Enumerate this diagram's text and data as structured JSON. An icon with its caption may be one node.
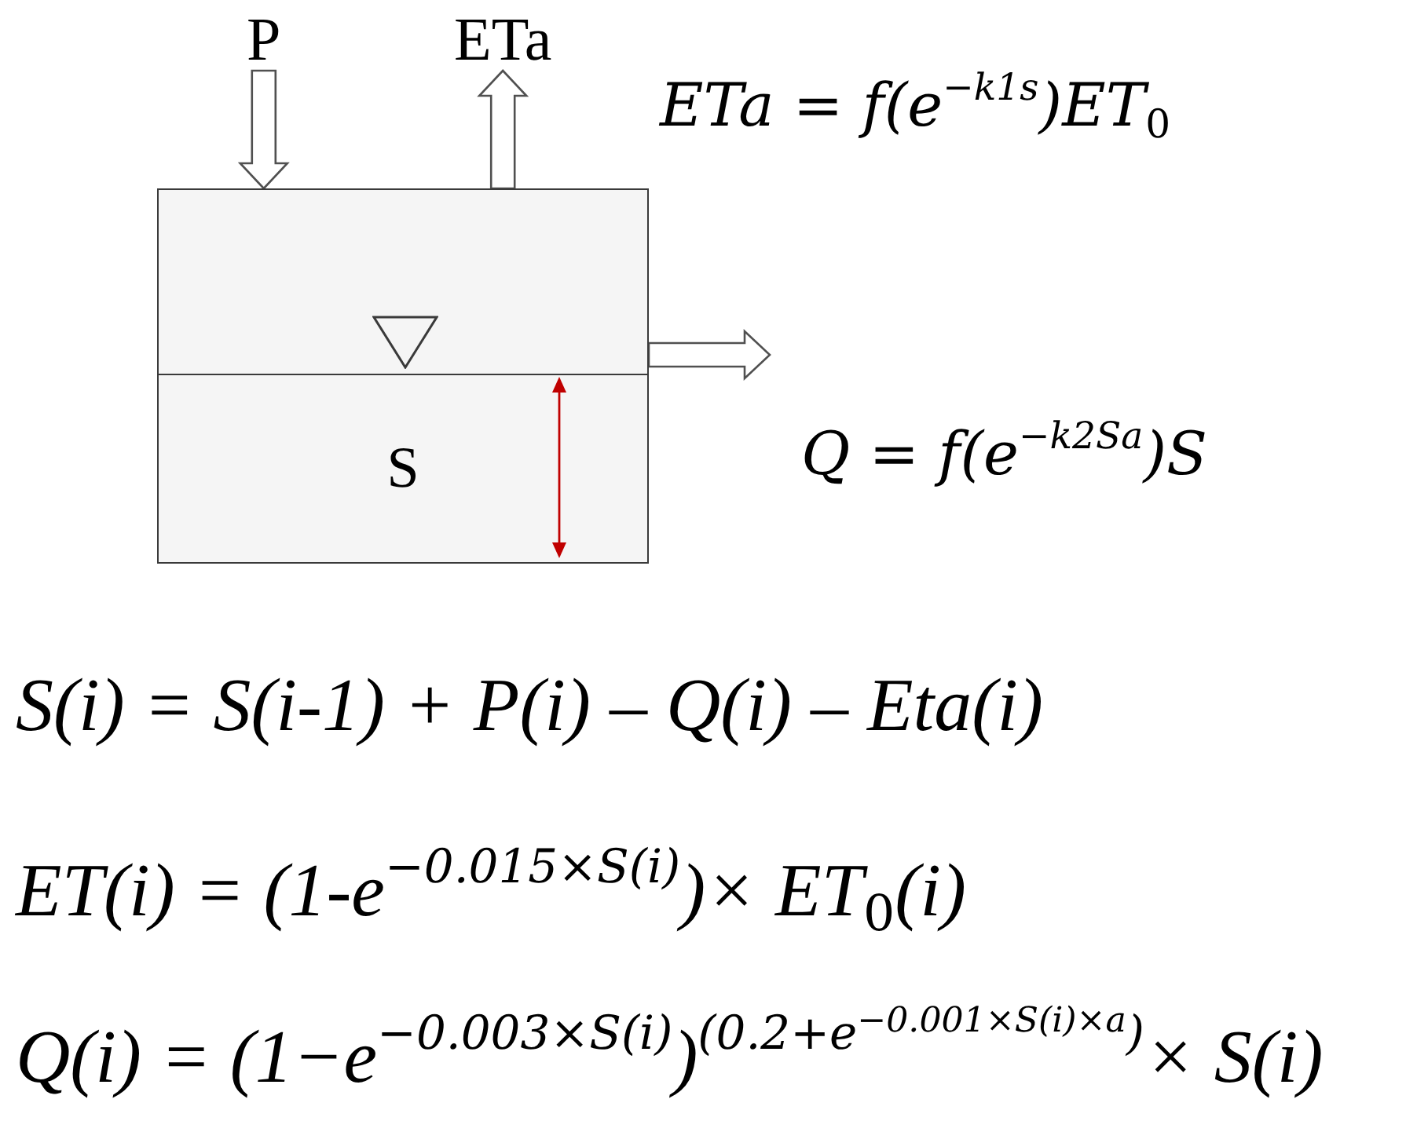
{
  "diagram": {
    "nodes": [
      {
        "text": [
          "P"
        ]
      },
      {
        "text": [
          "ETa"
        ]
      },
      {
        "text": [],
        "shape": "box"
      },
      {
        "text": [
          "S"
        ],
        "in": 2
      }
    ],
    "edges": [
      {
        "from": 0,
        "to": 2,
        "arrow": "to"
      },
      {
        "from": 2,
        "to": 1,
        "arrow": "to"
      },
      {
        "from": 2,
        "to": null,
        "arrow": "to"
      }
    ],
    "labels": [
      "ETa = f(e$^{−k1s}$)ET$_{0}$",
      "Q = f(e$^{−k2Sa}$)S",
      "S(i) = S(i-1) + P(i) – Q(i) – Eta(i)",
      "ET(i) = (1-e$^{−0.015×S(i)}$)× ET$_{0}$(i)",
      "Q(i) = (1−e$^{−0.003×S(i)}$)$^{(0.2+e}$$^{−0.001×S(i)×a}$$^{)}$× S(i)"
    ]
  }
}
